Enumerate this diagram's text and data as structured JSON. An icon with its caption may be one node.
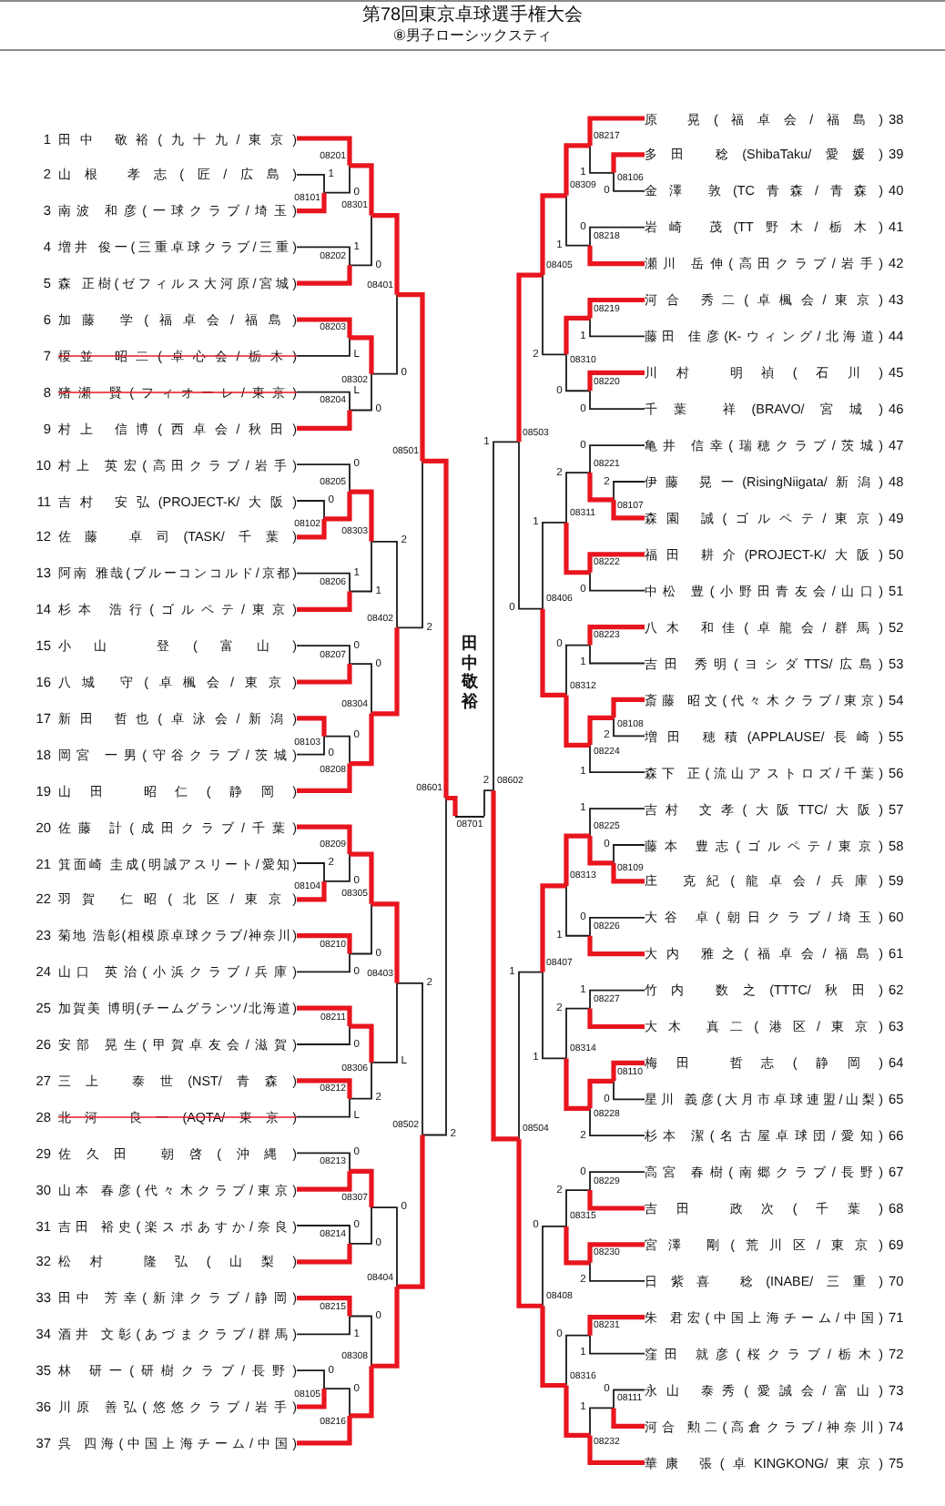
{
  "diagram": {
    "title": "第78回東京卓球選手権大会",
    "nodes": [
      {
        "text": [
          "1",
          "田中 敬裕(九十九/東京)"
        ]
      },
      {
        "text": [
          "2",
          "山根 孝志(匠/広島)"
        ]
      },
      {
        "text": [
          "3",
          "南波 和彦(一球クラブ/埼玉)"
        ]
      },
      {
        "text": [
          "4",
          "増井 俊一(三重卓球クラブ/三重)"
        ]
      },
      {
        "text": [
          "5",
          "森 正樹(ゼフィルス大河原/宮城)"
        ]
      },
      {
        "text": [
          "6",
          "加藤 学(福卓会/福島)"
        ]
      },
      {
        "text": [
          "7",
          "榎並 昭二(卓心会/栃木)"
        ]
      },
      {
        "text": [
          "8",
          "猪瀬 賢(フィオーレ/東京)"
        ]
      },
      {
        "text": [
          "9",
          "村上 信博(西卓会/秋田)"
        ]
      },
      {
        "text": [
          "10",
          "村上 英宏(高田クラブ/岩手)"
        ]
      },
      {
        "text": [
          "11",
          "吉村 安弘(PROJECT-K/大阪)"
        ]
      },
      {
        "text": [
          "12",
          "佐藤 卓司(TASK/千葉)"
        ]
      },
      {
        "text": [
          "13",
          "阿南 雅哉(ブルーコンコルド/京都)"
        ]
      },
      {
        "text": [
          "14",
          "杉本 浩行(ゴルペテ/東京)"
        ]
      },
      {
        "text": [
          "15",
          "小山 登(富山)"
        ]
      },
      {
        "text": [
          "16",
          "八城 守(卓楓会/東京)"
        ]
      },
      {
        "text": [
          "17",
          "新田 哲也(卓泳会/新潟)"
        ]
      },
      {
        "text": [
          "18",
          "岡宮 一男(守谷クラブ/茨城)"
        ]
      },
      {
        "text": [
          "19",
          "山田 昭仁(静岡)"
        ]
      },
      {
        "text": [
          "20",
          "佐藤 計(成田クラブ/千葉)"
        ]
      },
      {
        "text": [
          "21",
          "箕面崎 圭成(明誠アスリート/愛知)"
        ]
      },
      {
        "text": [
          "22",
          "羽賀 仁昭(北区/東京)"
        ]
      },
      {
        "text": [
          "23",
          "菊地 浩彰(相模原卓球クラブ/神奈川)"
        ]
      },
      {
        "text": [
          "24",
          "山口 英治(小浜クラブ/兵庫)"
        ]
      },
      {
        "text": [
          "25",
          "加賀美 博明(チームグランツ/北海道)"
        ]
      },
      {
        "text": [
          "26",
          "安部 晃生(甲賀卓友会/滋賀)"
        ]
      },
      {
        "text": [
          "27",
          "三上 泰世(NST/青森)"
        ]
      },
      {
        "text": [
          "28",
          "北河 良一(AQTA/東京)"
        ]
      },
      {
        "text": [
          "29",
          "佐久田 朝啓(沖縄)"
        ]
      },
      {
        "text": [
          "30",
          "山本 春彦(代々木クラブ/東京)"
        ]
      },
      {
        "text": [
          "31",
          "吉田 裕史(楽スポあすか/奈良)"
        ]
      },
      {
        "text": [
          "32",
          "松村 隆弘(山梨)"
        ]
      },
      {
        "text": [
          "33",
          "田中 芳幸(新津クラブ/静岡)"
        ]
      },
      {
        "text": [
          "34",
          "酒井 文彰(あづまクラブ/群馬)"
        ]
      },
      {
        "text": [
          "35",
          "林 研一(研樹クラブ/長野)"
        ]
      },
      {
        "text": [
          "36",
          "川原 善弘(悠悠クラブ/岩手)"
        ]
      },
      {
        "text": [
          "37",
          "呉 四海(中国上海チーム/中国)"
        ]
      },
      {
        "text": [
          "原 晃(福卓会/福島)",
          "38"
        ]
      },
      {
        "text": [
          "多田 稔(ShibaTaku/愛媛)",
          "39"
        ]
      },
      {
        "text": [
          "金澤 敦(TC青森/青森)",
          "40"
        ]
      },
      {
        "text": [
          "岩崎 茂(TT野木/栃木)",
          "41"
        ]
      },
      {
        "text": [
          "瀬川 岳伸(高田クラブ/岩手)",
          "42"
        ]
      },
      {
        "text": [
          "河合 秀二(卓楓会/東京)",
          "43"
        ]
      },
      {
        "text": [
          "藤田 佳彦(K-ウィング/北海道)",
          "44"
        ]
      },
      {
        "text": [
          "川村 明禎(石川)",
          "45"
        ]
      },
      {
        "text": [
          "千葉 祥(BRAVO/宮城)",
          "46"
        ]
      },
      {
        "text": [
          "亀井 信幸(瑞穂クラブ/茨城)",
          "47"
        ]
      },
      {
        "text": [
          "伊藤 晃一(RisingNiigata/新潟)",
          "48"
        ]
      },
      {
        "text": [
          "森園 誠(ゴルペテ/東京)",
          "49"
        ]
      },
      {
        "text": [
          "福田 耕介(PROJECT-K/大阪)",
          "50"
        ]
      },
      {
        "text": [
          "中松 豊(小野田青友会/山口)",
          "51"
        ]
      },
      {
        "text": [
          "八木 和佳(卓龍会/群馬)",
          "52"
        ]
      },
      {
        "text": [
          "吉田 秀明(ヨシダTTS/広島)",
          "53"
        ]
      },
      {
        "text": [
          "斎藤 昭文(代々木クラブ/東京)",
          "54"
        ]
      },
      {
        "text": [
          "増田 穂積(APPLAUSE/長崎)",
          "55"
        ]
      },
      {
        "text": [
          "森下 正(流山アストロズ/千葉)",
          "56"
        ]
      },
      {
        "text": [
          "吉村 文孝(大阪TTC/大阪)",
          "57"
        ]
      },
      {
        "text": [
          "藤本 豊志(ゴルペテ/東京)",
          "58"
        ]
      },
      {
        "text": [
          "庄 克紀(龍卓会/兵庫)",
          "59"
        ]
      },
      {
        "text": [
          "大谷 卓(朝日クラブ/埼玉)",
          "60"
        ]
      },
      {
        "text": [
          "大内 雅之(福卓会/福島)",
          "61"
        ]
      },
      {
        "text": [
          "竹内 数之(TTTC/秋田)",
          "62"
        ]
      },
      {
        "text": [
          "大木 真二(港区/東京)",
          "63"
        ]
      },
      {
        "text": [
          "梅田 哲志(静岡)",
          "64"
        ]
      },
      {
        "text": [
          "星川 義彦(大月市卓球連盟/山梨)",
          "65"
        ]
      },
      {
        "text": [
          "杉本 潔(名古屋卓球団/愛知)",
          "66"
        ]
      },
      {
        "text": [
          "高宮 春樹(南郷クラブ/長野)",
          "67"
        ]
      },
      {
        "text": [
          "吉田 政次(千葉)",
          "68"
        ]
      },
      {
        "text": [
          "宮澤 剛(荒川区/東京)",
          "69"
        ]
      },
      {
        "text": [
          "日紫喜 稔(INABE/三重)",
          "70"
        ]
      },
      {
        "text": [
          "朱 君宏(中国上海チーム/中国)",
          "71"
        ]
      },
      {
        "text": [
          "窪田 就彦(桜クラブ/栃木)",
          "72"
        ]
      },
      {
        "text": [
          "永山 泰秀(愛誠会/富山)",
          "73"
        ]
      },
      {
        "text": [
          "河合 勲二(高倉クラブ/神奈川)",
          "74"
        ]
      },
      {
        "text": [
          "華康 張(卓KINGKONG/東京)",
          "75"
        ]
      },
      {
        "text": [
          "08101"
        ]
      },
      {
        "text": [
          "08102"
        ]
      },
      {
        "text": [
          "08103"
        ]
      },
      {
        "text": [
          "08104"
        ]
      },
      {
        "text": [
          "08105"
        ]
      },
      {
        "text": [
          "08106"
        ]
      },
      {
        "text": [
          "08107"
        ]
      },
      {
        "text": [
          "08108"
        ]
      },
      {
        "text": [
          "08109"
        ]
      },
      {
        "text": [
          "08110"
        ]
      },
      {
        "text": [
          "08111"
        ]
      },
      {
        "text": [
          "08201"
        ]
      },
      {
        "text": [
          "08202"
        ]
      },
      {
        "text": [
          "08203"
        ]
      },
      {
        "text": [
          "08204"
        ]
      },
      {
        "text": [
          "08205"
        ]
      },
      {
        "text": [
          "08206"
        ]
      },
      {
        "text": [
          "08207"
        ]
      },
      {
        "text": [
          "08208"
        ]
      },
      {
        "text": [
          "08209"
        ]
      },
      {
        "text": [
          "08210"
        ]
      },
      {
        "text": [
          "08211"
        ]
      },
      {
        "text": [
          "08212"
        ]
      },
      {
        "text": [
          "08213"
        ]
      },
      {
        "text": [
          "08214"
        ]
      },
      {
        "text": [
          "08215"
        ]
      },
      {
        "text": [
          "08216"
        ]
      },
      {
        "text": [
          "08217"
        ]
      },
      {
        "text": [
          "08218"
        ]
      },
      {
        "text": [
          "08219"
        ]
      },
      {
        "text": [
          "08220"
        ]
      },
      {
        "text": [
          "08221"
        ]
      },
      {
        "text": [
          "08222"
        ]
      },
      {
        "text": [
          "08223"
        ]
      },
      {
        "text": [
          "08224"
        ]
      },
      {
        "text": [
          "08225"
        ]
      },
      {
        "text": [
          "08226"
        ]
      },
      {
        "text": [
          "08227"
        ]
      },
      {
        "text": [
          "08228"
        ]
      },
      {
        "text": [
          "08229"
        ]
      },
      {
        "text": [
          "08230"
        ]
      },
      {
        "text": [
          "08231"
        ]
      },
      {
        "text": [
          "08232"
        ]
      },
      {
        "text": [
          "08301"
        ]
      },
      {
        "text": [
          "08302"
        ]
      },
      {
        "text": [
          "08303"
        ]
      },
      {
        "text": [
          "08304"
        ]
      },
      {
        "text": [
          "08305"
        ]
      },
      {
        "text": [
          "08306"
        ]
      },
      {
        "text": [
          "08307"
        ]
      },
      {
        "text": [
          "08308"
        ]
      },
      {
        "text": [
          "08309"
        ]
      },
      {
        "text": [
          "08310"
        ]
      },
      {
        "text": [
          "08311"
        ]
      },
      {
        "text": [
          "08312"
        ]
      },
      {
        "text": [
          "08313"
        ]
      },
      {
        "text": [
          "08314"
        ]
      },
      {
        "text": [
          "08315"
        ]
      },
      {
        "text": [
          "08316"
        ]
      },
      {
        "text": [
          "08401"
        ]
      },
      {
        "text": [
          "08402"
        ]
      },
      {
        "text": [
          "08403"
        ]
      },
      {
        "text": [
          "08404"
        ]
      },
      {
        "text": [
          "08405"
        ]
      },
      {
        "text": [
          "08406"
        ]
      },
      {
        "text": [
          "08407"
        ]
      },
      {
        "text": [
          "08408"
        ]
      },
      {
        "text": [
          "08501"
        ]
      },
      {
        "text": [
          "08502"
        ]
      },
      {
        "text": [
          "08503"
        ]
      },
      {
        "text": [
          "08504"
        ]
      },
      {
        "text": [
          "08601"
        ]
      },
      {
        "text": [
          "08602"
        ]
      },
      {
        "text": [
          "08701"
        ]
      }
    ],
    "edges": [
      {
        "from": 1,
        "to": 75,
        "arrow": "none",
        "label": "1"
      },
      {
        "from": 2,
        "to": 75,
        "arrow": "none",
        "style": "thick",
        "color": "#e8151f"
      },
      {
        "from": 10,
        "to": 76,
        "arrow": "none",
        "label": "0"
      },
      {
        "from": 11,
        "to": 76,
        "arrow": "none",
        "style": "thick",
        "color": "#e8151f"
      },
      {
        "from": 16,
        "to": 77,
        "arrow": "none",
        "style": "thick",
        "color": "#e8151f"
      },
      {
        "from": 17,
        "to": 77,
        "arrow": "none",
        "label": "0"
      },
      {
        "from": 20,
        "to": 78,
        "arrow": "none",
        "label": "2"
      },
      {
        "from": 21,
        "to": 78,
        "arrow": "none",
        "style": "thick",
        "color": "#e8151f"
      },
      {
        "from": 34,
        "to": 79,
        "arrow": "none",
        "label": "0"
      },
      {
        "from": 35,
        "to": 79,
        "arrow": "none",
        "style": "thick",
        "color": "#e8151f"
      },
      {
        "from": 38,
        "to": 80,
        "arrow": "none",
        "style": "thick",
        "color": "#e8151f"
      },
      {
        "from": 39,
        "to": 80,
        "arrow": "none",
        "label": "0"
      },
      {
        "from": 47,
        "to": 81,
        "arrow": "none",
        "label": "2"
      },
      {
        "from": 48,
        "to": 81,
        "arrow": "none",
        "style": "thick",
        "color": "#e8151f"
      },
      {
        "from": 53,
        "to": 82,
        "arrow": "none",
        "style": "thick",
        "color": "#e8151f"
      },
      {
        "from": 54,
        "to": 82,
        "arrow": "none",
        "label": "2"
      },
      {
        "from": 57,
        "to": 83,
        "arrow": "none",
        "label": "0"
      },
      {
        "from": 58,
        "to": 83,
        "arrow": "none",
        "style": "thick",
        "color": "#e8151f"
      },
      {
        "from": 63,
        "to": 84,
        "arrow": "none",
        "style": "thick",
        "color": "#e8151f"
      },
      {
        "from": 64,
        "to": 84,
        "arrow": "none",
        "label": "0"
      },
      {
        "from": 72,
        "to": 85,
        "arrow": "none",
        "label": "0"
      },
      {
        "from": 73,
        "to": 85,
        "arrow": "none",
        "style": "thick",
        "color": "#e8151f"
      },
      {
        "from": 0,
        "to": 86,
        "arrow": "none",
        "style": "thick",
        "color": "#e8151f"
      },
      {
        "from": 75,
        "to": 86,
        "arrow": "none",
        "label": "0"
      },
      {
        "from": 3,
        "to": 87,
        "arrow": "none",
        "label": "1"
      },
      {
        "from": 4,
        "to": 87,
        "arrow": "none",
        "style": "thick",
        "color": "#e8151f"
      },
      {
        "from": 5,
        "to": 88,
        "arrow": "none",
        "style": "thick",
        "color": "#e8151f"
      },
      {
        "from": 6,
        "to": 88,
        "arrow": "none",
        "label": "L"
      },
      {
        "from": 7,
        "to": 89,
        "arrow": "none",
        "label": "L"
      },
      {
        "from": 8,
        "to": 89,
        "arrow": "none",
        "style": "thick",
        "color": "#e8151f"
      },
      {
        "from": 9,
        "to": 90,
        "arrow": "none",
        "label": "0"
      },
      {
        "from": 76,
        "to": 90,
        "arrow": "none",
        "style": "thick",
        "color": "#e8151f"
      },
      {
        "from": 12,
        "to": 91,
        "arrow": "none",
        "label": "1"
      },
      {
        "from": 13,
        "to": 91,
        "arrow": "none",
        "style": "thick",
        "color": "#e8151f"
      },
      {
        "from": 14,
        "to": 92,
        "arrow": "none",
        "label": "0"
      },
      {
        "from": 15,
        "to": 92,
        "arrow": "none",
        "style": "thick",
        "color": "#e8151f"
      },
      {
        "from": 77,
        "to": 93,
        "arrow": "none",
        "label": "0"
      },
      {
        "from": 18,
        "to": 93,
        "arrow": "none",
        "style": "thick",
        "color": "#e8151f"
      },
      {
        "from": 19,
        "to": 94,
        "arrow": "none",
        "style": "thick",
        "color": "#e8151f"
      },
      {
        "from": 78,
        "to": 94,
        "arrow": "none",
        "label": "0"
      },
      {
        "from": 22,
        "to": 95,
        "arrow": "none",
        "style": "thick",
        "color": "#e8151f"
      },
      {
        "from": 23,
        "to": 95,
        "arrow": "none",
        "label": "0"
      },
      {
        "from": 24,
        "to": 96,
        "arrow": "none",
        "style": "thick",
        "color": "#e8151f"
      },
      {
        "from": 25,
        "to": 96,
        "arrow": "none",
        "label": "0"
      },
      {
        "from": 26,
        "to": 97,
        "arrow": "none",
        "style": "thick",
        "color": "#e8151f"
      },
      {
        "from": 27,
        "to": 97,
        "arrow": "none",
        "label": "L"
      },
      {
        "from": 28,
        "to": 98,
        "arrow": "none",
        "label": "0"
      },
      {
        "from": 29,
        "to": 98,
        "arrow": "none",
        "style": "thick",
        "color": "#e8151f"
      },
      {
        "from": 30,
        "to": 99,
        "arrow": "none",
        "label": "0"
      },
      {
        "from": 31,
        "to": 99,
        "arrow": "none",
        "style": "thick",
        "color": "#e8151f"
      },
      {
        "from": 32,
        "to": 100,
        "arrow": "none",
        "style": "thick",
        "color": "#e8151f"
      },
      {
        "from": 33,
        "to": 100,
        "arrow": "none",
        "label": "1"
      },
      {
        "from": 79,
        "to": 101,
        "arrow": "none",
        "label": "0"
      },
      {
        "from": 36,
        "to": 101,
        "arrow": "none",
        "style": "thick",
        "color": "#e8151f"
      },
      {
        "from": 37,
        "to": 102,
        "arrow": "none",
        "style": "thick",
        "color": "#e8151f"
      },
      {
        "from": 80,
        "to": 102,
        "arrow": "none",
        "label": "1"
      },
      {
        "from": 40,
        "to": 103,
        "arrow": "none",
        "label": "0"
      },
      {
        "from": 41,
        "to": 103,
        "arrow": "none",
        "style": "thick",
        "color": "#e8151f"
      },
      {
        "from": 42,
        "to": 104,
        "arrow": "none",
        "style": "thick",
        "color": "#e8151f"
      },
      {
        "from": 43,
        "to": 104,
        "arrow": "none",
        "label": "1"
      },
      {
        "from": 44,
        "to": 105,
        "arrow": "none",
        "style": "thick",
        "color": "#e8151f"
      },
      {
        "from": 45,
        "to": 105,
        "arrow": "none",
        "label": "0"
      },
      {
        "from": 46,
        "to": 106,
        "arrow": "none",
        "label": "0"
      },
      {
        "from": 81,
        "to": 106,
        "arrow": "none",
        "style": "thick",
        "color": "#e8151f"
      },
      {
        "from": 49,
        "to": 107,
        "arrow": "none",
        "style": "thick",
        "color": "#e8151f"
      },
      {
        "from": 50,
        "to": 107,
        "arrow": "none",
        "label": "0"
      },
      {
        "from": 51,
        "to": 108,
        "arrow": "none",
        "style": "thick",
        "color": "#e8151f"
      },
      {
        "from": 52,
        "to": 108,
        "arrow": "none",
        "label": "1"
      },
      {
        "from": 82,
        "to": 109,
        "arrow": "none",
        "style": "thick",
        "color": "#e8151f"
      },
      {
        "from": 55,
        "to": 109,
        "arrow": "none",
        "label": "1"
      },
      {
        "from": 56,
        "to": 110,
        "arrow": "none",
        "label": "1"
      },
      {
        "from": 83,
        "to": 110,
        "arrow": "none",
        "style": "thick",
        "color": "#e8151f"
      },
      {
        "from": 59,
        "to": 111,
        "arrow": "none",
        "label": "0"
      },
      {
        "from": 60,
        "to": 111,
        "arrow": "none",
        "style": "thick",
        "color": "#e8151f"
      },
      {
        "from": 61,
        "to": 112,
        "arrow": "none",
        "label": "1"
      },
      {
        "from": 62,
        "to": 112,
        "arrow": "none",
        "style": "thick",
        "color": "#e8151f"
      },
      {
        "from": 84,
        "to": 113,
        "arrow": "none",
        "style": "thick",
        "color": "#e8151f"
      },
      {
        "from": 65,
        "to": 113,
        "arrow": "none",
        "label": "2"
      },
      {
        "from": 66,
        "to": 114,
        "arrow": "none",
        "label": "0"
      },
      {
        "from": 67,
        "to": 114,
        "arrow": "none",
        "style": "thick",
        "color": "#e8151f"
      },
      {
        "from": 68,
        "to": 115,
        "arrow": "none",
        "style": "thick",
        "color": "#e8151f"
      },
      {
        "from": 69,
        "to": 115,
        "arrow": "none",
        "label": "2"
      },
      {
        "from": 70,
        "to": 116,
        "arrow": "none",
        "style": "thick",
        "color": "#e8151f"
      },
      {
        "from": 71,
        "to": 116,
        "arrow": "none",
        "label": "1"
      },
      {
        "from": 85,
        "to": 117,
        "arrow": "none",
        "label": "1"
      },
      {
        "from": 74,
        "to": 117,
        "arrow": "none",
        "style": "thick",
        "color": "#e8151f"
      },
      {
        "from": 86,
        "to": 118,
        "arrow": "none",
        "style": "thick",
        "color": "#e8151f"
      },
      {
        "from": 87,
        "to": 118,
        "arrow": "none",
        "label": "0"
      },
      {
        "from": 88,
        "to": 119,
        "arrow": "none",
        "style": "thick",
        "color": "#e8151f"
      },
      {
        "from": 89,
        "to": 119,
        "arrow": "none",
        "label": "0"
      },
      {
        "from": 90,
        "to": 120,
        "arrow": "none",
        "style": "thick",
        "color": "#e8151f"
      },
      {
        "from": 91,
        "to": 120,
        "arrow": "none",
        "label": "1"
      },
      {
        "from": 92,
        "to": 121,
        "arrow": "none",
        "label": "0"
      },
      {
        "from": 93,
        "to": 121,
        "arrow": "none",
        "style": "thick",
        "color": "#e8151f"
      },
      {
        "from": 94,
        "to": 122,
        "arrow": "none",
        "style": "thick",
        "color": "#e8151f"
      },
      {
        "from": 95,
        "to": 122,
        "arrow": "none",
        "label": "0"
      },
      {
        "from": 96,
        "to": 123,
        "arrow": "none",
        "style": "thick",
        "color": "#e8151f"
      },
      {
        "from": 97,
        "to": 123,
        "arrow": "none",
        "label": "2"
      },
      {
        "from": 98,
        "to": 124,
        "arrow": "none",
        "style": "thick",
        "color": "#e8151f"
      },
      {
        "from": 99,
        "to": 124,
        "arrow": "none",
        "label": "0"
      },
      {
        "from": 100,
        "to": 125,
        "arrow": "none",
        "label": "0"
      },
      {
        "from": 101,
        "to": 125,
        "arrow": "none",
        "style": "thick",
        "color": "#e8151f"
      },
      {
        "from": 102,
        "to": 126,
        "arrow": "none",
        "style": "thick",
        "color": "#e8151f"
      },
      {
        "from": 103,
        "to": 126,
        "arrow": "none",
        "label": "1"
      },
      {
        "from": 104,
        "to": 127,
        "arrow": "none",
        "style": "thick",
        "color": "#e8151f"
      },
      {
        "from": 105,
        "to": 127,
        "arrow": "none",
        "label": "0"
      },
      {
        "from": 106,
        "to": 128,
        "arrow": "none",
        "label": "2"
      },
      {
        "from": 107,
        "to": 128,
        "arrow": "none",
        "style": "thick",
        "color": "#e8151f"
      },
      {
        "from": 108,
        "to": 129,
        "arrow": "none",
        "label": "0"
      },
      {
        "from": 109,
        "to": 129,
        "arrow": "none",
        "style": "thick",
        "color": "#e8151f"
      },
      {
        "from": 110,
        "to": 130,
        "arrow": "none",
        "style": "thick",
        "color": "#e8151f"
      },
      {
        "from": 111,
        "to": 130,
        "arrow": "none",
        "label": "1"
      },
      {
        "from": 112,
        "to": 131,
        "arrow": "none",
        "label": "2"
      },
      {
        "from": 113,
        "to": 131,
        "arrow": "none",
        "style": "thick",
        "color": "#e8151f"
      },
      {
        "from": 114,
        "to": 132,
        "arrow": "none",
        "label": "2"
      },
      {
        "from": 115,
        "to": 132,
        "arrow": "none",
        "style": "thick",
        "color": "#e8151f"
      },
      {
        "from": 116,
        "to": 133,
        "arrow": "none",
        "label": "0"
      },
      {
        "from": 117,
        "to": 133,
        "arrow": "none",
        "style": "thick",
        "color": "#e8151f"
      },
      {
        "from": 118,
        "to": 134,
        "arrow": "none",
        "style": "thick",
        "color": "#e8151f"
      },
      {
        "from": 119,
        "to": 134,
        "arrow": "none",
        "label": "0"
      },
      {
        "from": 120,
        "to": 135,
        "arrow": "none",
        "label": "2"
      },
      {
        "from": 121,
        "to": 135,
        "arrow": "none",
        "style": "thick",
        "color": "#e8151f"
      },
      {
        "from": 122,
        "to": 136,
        "arrow": "none",
        "style": "thick",
        "color": "#e8151f"
      },
      {
        "from": 123,
        "to": 136,
        "arrow": "none",
        "label": "L"
      },
      {
        "from": 124,
        "to": 137,
        "arrow": "none",
        "label": "0"
      },
      {
        "from": 125,
        "to": 137,
        "arrow": "none",
        "style": "thick",
        "color": "#e8151f"
      },
      {
        "from": 126,
        "to": 138,
        "arrow": "none",
        "style": "thick",
        "color": "#e8151f"
      },
      {
        "from": 127,
        "to": 138,
        "arrow": "none",
        "label": "2"
      },
      {
        "from": 128,
        "to": 139,
        "arrow": "none",
        "label": "1"
      },
      {
        "from": 129,
        "to": 139,
        "arrow": "none",
        "style": "thick",
        "color": "#e8151f"
      },
      {
        "from": 130,
        "to": 140,
        "arrow": "none",
        "style": "thick",
        "color": "#e8151f"
      },
      {
        "from": 131,
        "to": 140,
        "arrow": "none",
        "label": "1"
      },
      {
        "from": 132,
        "to": 141,
        "arrow": "none",
        "label": "0"
      },
      {
        "from": 133,
        "to": 141,
        "arrow": "none",
        "style": "thick",
        "color": "#e8151f"
      },
      {
        "from": 134,
        "to": 142,
        "arrow": "none",
        "style": "thick",
        "color": "#e8151f"
      },
      {
        "from": 135,
        "to": 142,
        "arrow": "none",
        "label": "2"
      },
      {
        "from": 136,
        "to": 143,
        "arrow": "none",
        "label": "2"
      },
      {
        "from": 137,
        "to": 143,
        "arrow": "none",
        "style": "thick",
        "color": "#e8151f"
      },
      {
        "from": 138,
        "to": 144,
        "arrow": "none",
        "style": "thick",
        "color": "#e8151f"
      },
      {
        "from": 139,
        "to": 144,
        "arrow": "none",
        "label": "0"
      },
      {
        "from": 140,
        "to": 145,
        "arrow": "none",
        "label": "1"
      },
      {
        "from": 141,
        "to": 145,
        "arrow": "none",
        "style": "thick",
        "color": "#e8151f"
      },
      {
        "from": 142,
        "to": 146,
        "arrow": "none",
        "style": "thick",
        "color": "#e8151f"
      },
      {
        "from": 143,
        "to": 146,
        "arrow": "none",
        "label": "2"
      },
      {
        "from": 144,
        "to": 147,
        "arrow": "none",
        "label": "1"
      },
      {
        "from": 145,
        "to": 147,
        "arrow": "none",
        "style": "thick",
        "color": "#e8151f"
      },
      {
        "from": 146,
        "to": 148,
        "arrow": "none",
        "style": "thick",
        "color": "#e8151f"
      },
      {
        "from": 147,
        "to": 148,
        "arrow": "none",
        "label": "2"
      }
    ],
    "labels": [
      "⑧男子ローシックスティ",
      "田中敬裕"
    ]
  }
}
